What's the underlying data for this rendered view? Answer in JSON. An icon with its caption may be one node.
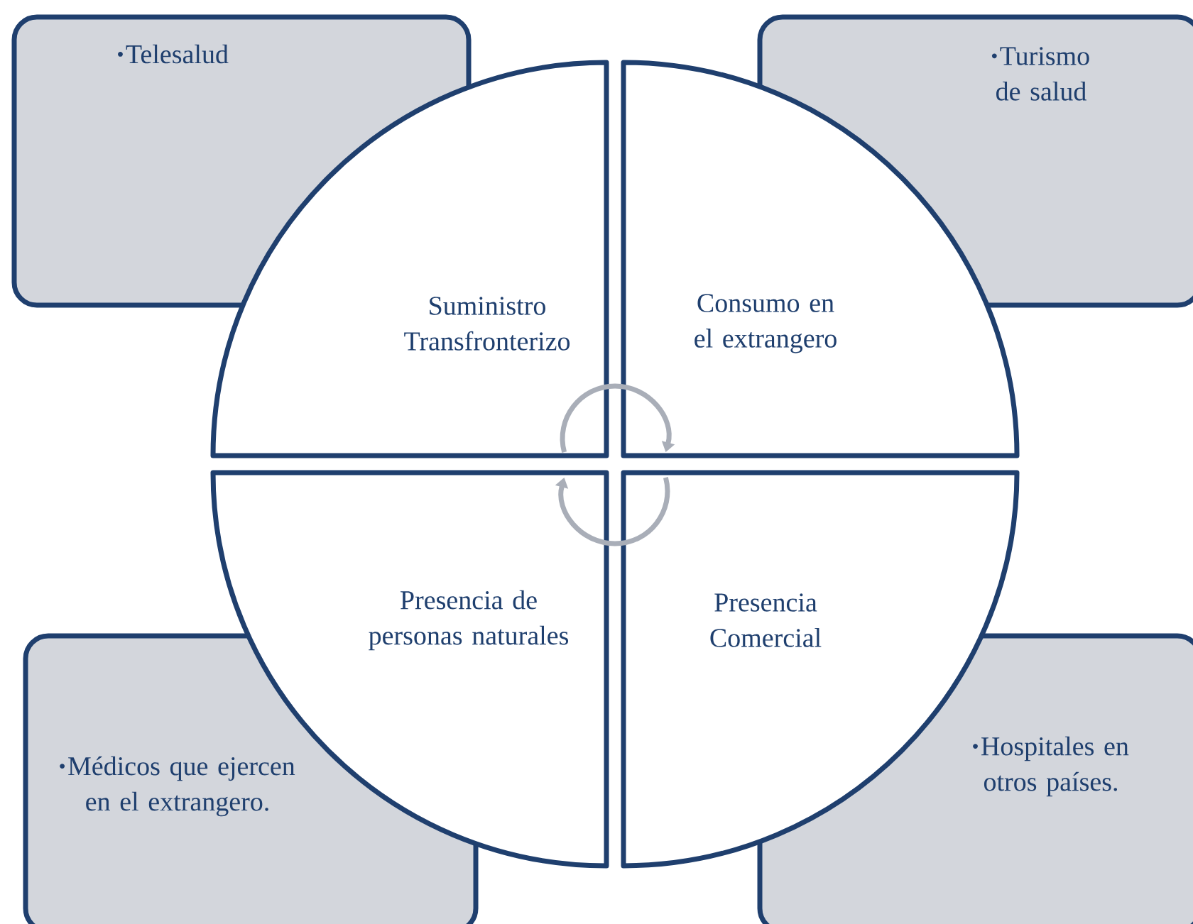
{
  "diagram": {
    "nodes": [
      {
        "text": [
          "Telesalud"
        ]
      },
      {
        "text": [
          "Turismo de salud"
        ]
      },
      {
        "text": [
          "Médicos que ejercen en el extrangero."
        ]
      },
      {
        "text": [
          "Hospitales en otros países."
        ]
      },
      {
        "text": [
          "Suministro Transfronterizo"
        ]
      },
      {
        "text": [
          "Consumo en el extrangero"
        ]
      },
      {
        "text": [
          "Presencia de personas naturales"
        ]
      },
      {
        "text": [
          "Presencia Comercial"
        ]
      }
    ],
    "edges": [
      {
        "from": 4,
        "to": 5,
        "arrow": "to"
      },
      {
        "from": 7,
        "to": 6,
        "arrow": "to"
      }
    ]
  }
}
